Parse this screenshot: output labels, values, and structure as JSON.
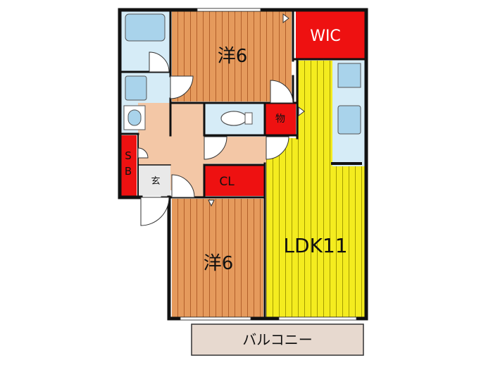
{
  "rooms": {
    "western_top": "洋6",
    "western_bottom": "洋6",
    "ldk": "LDK11",
    "wic": "WIC",
    "storage": "物",
    "closet": "CL",
    "shoe_box_s": "S",
    "shoe_box_b": "B",
    "entrance": "玄",
    "balcony": "バルコニー"
  },
  "colors": {
    "wall": "#111111",
    "western_floor": "#e59a5c",
    "western_stripe": "#b25f2a",
    "ldk_floor": "#f4ec1f",
    "ldk_stripe": "#a39a00",
    "hall_floor": "#f3c7a6",
    "wet_area": "#d6ecf7",
    "fixture": "#a9d3eb",
    "storage_red": "#ee1111",
    "balcony_floor": "#e7d9cf"
  }
}
